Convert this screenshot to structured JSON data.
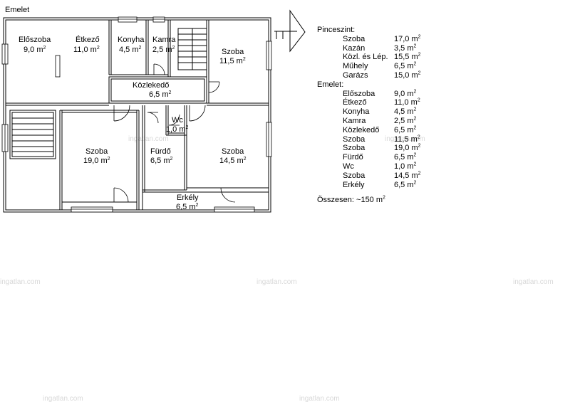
{
  "title": "Emelet",
  "rooms": [
    {
      "id": "eloszoba",
      "name": "Előszoba",
      "area": "9,0 m",
      "unit_sup": "2"
    },
    {
      "id": "etkezo",
      "name": "Étkező",
      "area": "11,0 m",
      "unit_sup": "2"
    },
    {
      "id": "konyha",
      "name": "Konyha",
      "area": "4,5 m",
      "unit_sup": "2"
    },
    {
      "id": "kamra",
      "name": "Kamra",
      "area": "2,5 m",
      "unit_sup": "2"
    },
    {
      "id": "szoba-ne",
      "name": "Szoba",
      "area": "11,5 m",
      "unit_sup": "2"
    },
    {
      "id": "kozlekedo",
      "name": "Közlekedő",
      "area": "6,5 m",
      "unit_sup": "2"
    },
    {
      "id": "wc",
      "name": "Wc",
      "area": "1,0 m",
      "unit_sup": "2"
    },
    {
      "id": "szoba-sw",
      "name": "Szoba",
      "area": "19,0 m",
      "unit_sup": "2"
    },
    {
      "id": "furdo",
      "name": "Fürdő",
      "area": "6,5 m",
      "unit_sup": "2"
    },
    {
      "id": "szoba-se",
      "name": "Szoba",
      "area": "14,5 m",
      "unit_sup": "2"
    },
    {
      "id": "erkely",
      "name": "Erkély",
      "area": "6,5 m",
      "unit_sup": "2"
    }
  ],
  "legend": {
    "groups": [
      {
        "heading": "Pinceszint:",
        "items": [
          {
            "name": "Szoba",
            "area": "17,0 m",
            "sup": "2"
          },
          {
            "name": "Kazán",
            "area": "3,5 m",
            "sup": "2"
          },
          {
            "name": "Közl. és Lép.",
            "area": "15,5 m",
            "sup": "2"
          },
          {
            "name": "Műhely",
            "area": "6,5 m",
            "sup": "2"
          },
          {
            "name": "Garázs",
            "area": "15,0 m",
            "sup": "2"
          }
        ]
      },
      {
        "heading": "Emelet:",
        "items": [
          {
            "name": "Előszoba",
            "area": "9,0 m",
            "sup": "2"
          },
          {
            "name": "Étkező",
            "area": "11,0 m",
            "sup": "2"
          },
          {
            "name": "Konyha",
            "area": "4,5 m",
            "sup": "2"
          },
          {
            "name": "Kamra",
            "area": "2,5 m",
            "sup": "2"
          },
          {
            "name": "Közlekedő",
            "area": "6,5 m",
            "sup": "2"
          },
          {
            "name": "Szoba",
            "area": "11,5 m",
            "sup": "2"
          },
          {
            "name": "Szoba",
            "area": "19,0 m",
            "sup": "2"
          },
          {
            "name": "Fürdő",
            "area": "6,5 m",
            "sup": "2"
          },
          {
            "name": "Wc",
            "area": "1,0 m",
            "sup": "2"
          },
          {
            "name": "Szoba",
            "area": "14,5 m",
            "sup": "2"
          },
          {
            "name": "Erkély",
            "area": "6,5 m",
            "sup": "2"
          }
        ]
      }
    ],
    "total": "Összesen: ~150 m",
    "total_sup": "2"
  },
  "watermark": "ingatlan.com",
  "colors": {
    "line": "#000000",
    "watermark": "#d8d8d8"
  }
}
